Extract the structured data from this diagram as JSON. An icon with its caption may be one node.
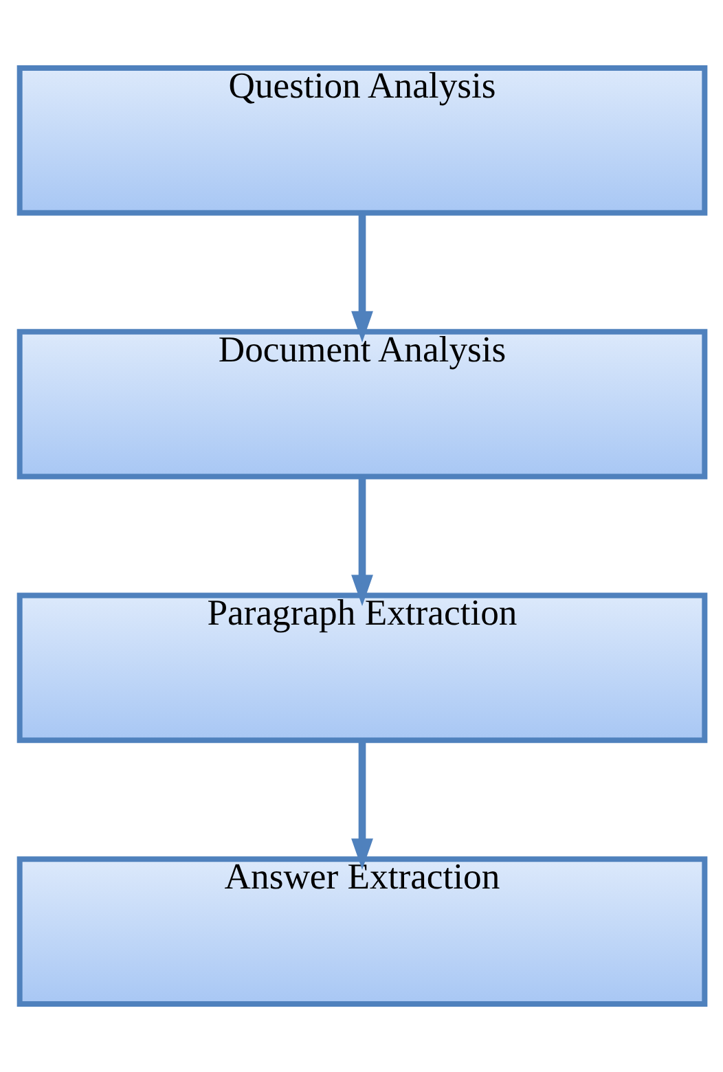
{
  "diagram": {
    "nodes": [
      {
        "text": [
          "Question Analysis"
        ]
      },
      {
        "text": [
          "Document Analysis"
        ]
      },
      {
        "text": [
          "Paragraph Extraction"
        ]
      },
      {
        "text": [
          "Answer Extraction"
        ]
      }
    ],
    "edges": [
      {
        "from": 0,
        "to": 1,
        "arrow": "to"
      },
      {
        "from": 1,
        "to": 2,
        "arrow": "to"
      },
      {
        "from": 2,
        "to": 3,
        "arrow": "to"
      }
    ]
  }
}
